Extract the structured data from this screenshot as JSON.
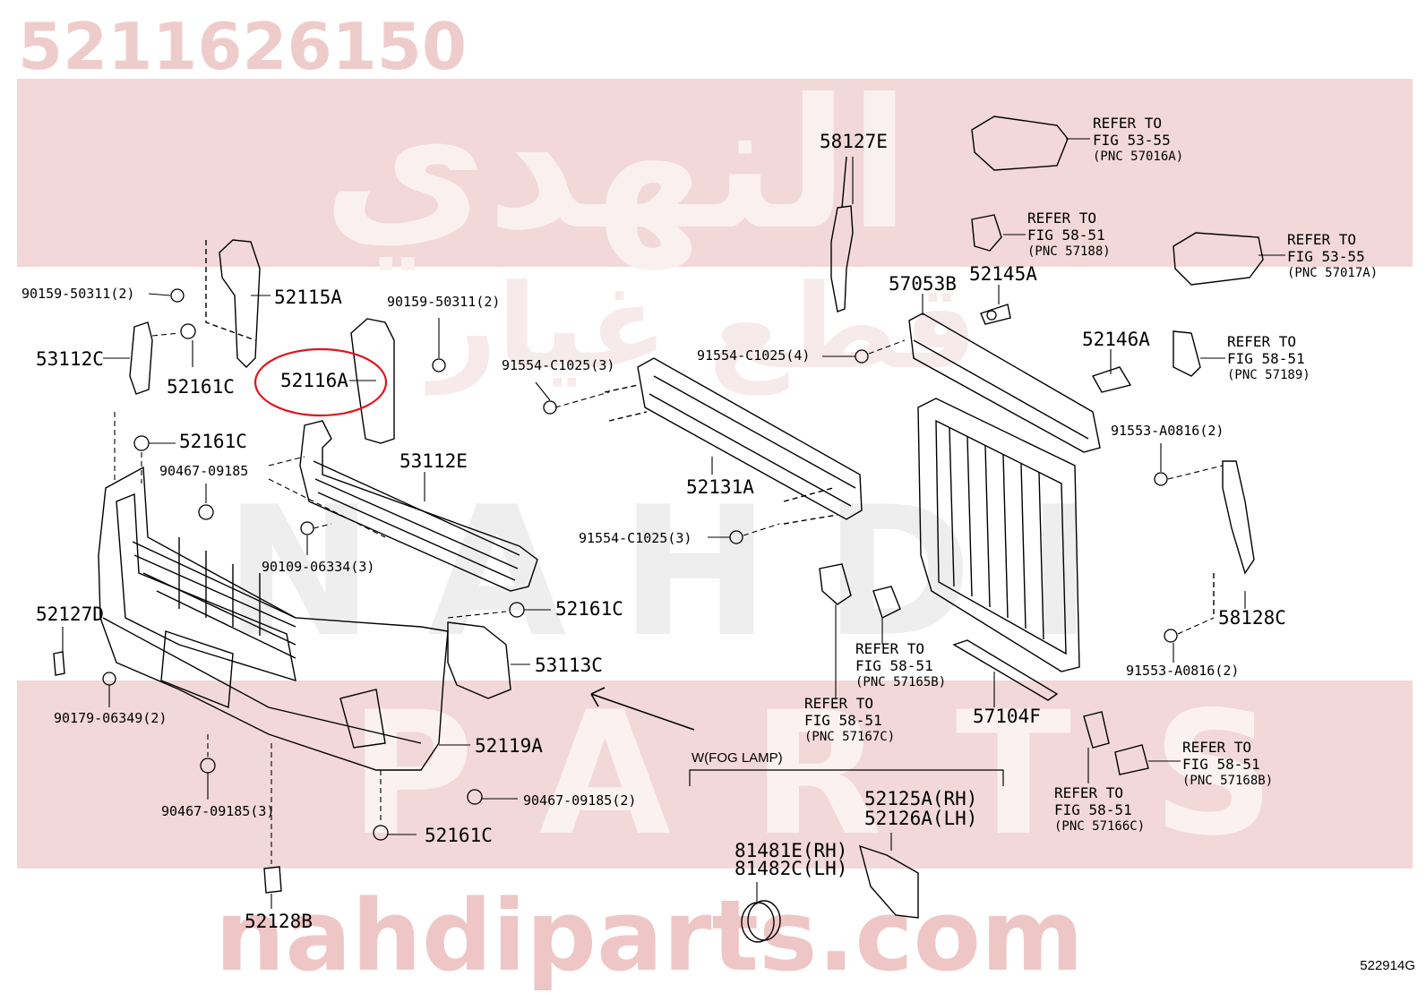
{
  "header": {
    "part_number": "5211626150"
  },
  "watermarks": {
    "arabic_top": "النهدي",
    "arabic_mid": "قطع غيار",
    "latin_mid": "NAHDI",
    "latin_low": "PARTS",
    "url": "nahdiparts.com"
  },
  "highlighted_part": "52116A",
  "labels": [
    {
      "id": "l1",
      "text": "90159-50311(2)"
    },
    {
      "id": "l2",
      "text": "52115A"
    },
    {
      "id": "l3",
      "text": "90159-50311(2)"
    },
    {
      "id": "l4",
      "text": "53112C"
    },
    {
      "id": "l5",
      "text": "52161C"
    },
    {
      "id": "l6",
      "text": "52116A"
    },
    {
      "id": "l7",
      "text": "52161C"
    },
    {
      "id": "l8",
      "text": "90467-09185"
    },
    {
      "id": "l9",
      "text": "53112E"
    },
    {
      "id": "l10",
      "text": "90109-06334(3)"
    },
    {
      "id": "l11",
      "text": "52127D"
    },
    {
      "id": "l12",
      "text": "52161C"
    },
    {
      "id": "l13",
      "text": "53113C"
    },
    {
      "id": "l14",
      "text": "90179-06349(2)"
    },
    {
      "id": "l15",
      "text": "52119A"
    },
    {
      "id": "l16",
      "text": "90467-09185(3)"
    },
    {
      "id": "l17",
      "text": "90467-09185(2)"
    },
    {
      "id": "l18",
      "text": "52161C"
    },
    {
      "id": "l19",
      "text": "52128B"
    },
    {
      "id": "l20",
      "text": "58127E"
    },
    {
      "id": "l21",
      "text": "91554-C1025(3)"
    },
    {
      "id": "l22",
      "text": "91554-C1025(4)"
    },
    {
      "id": "l23",
      "text": "52131A"
    },
    {
      "id": "l24",
      "text": "91554-C1025(3)"
    },
    {
      "id": "l25",
      "text": "57053B"
    },
    {
      "id": "l26",
      "text": "52145A"
    },
    {
      "id": "l27",
      "text": "52146A"
    },
    {
      "id": "l28",
      "text": "91553-A0816(2)"
    },
    {
      "id": "l29",
      "text": "58128C"
    },
    {
      "id": "l30",
      "text": "91553-A0816(2)"
    },
    {
      "id": "l31",
      "text": "57104F"
    },
    {
      "id": "l32",
      "text": "52125A(RH)"
    },
    {
      "id": "l33",
      "text": "52126A(LH)"
    },
    {
      "id": "l34",
      "text": "81481E(RH)"
    },
    {
      "id": "l35",
      "text": "81482C(LH)"
    }
  ],
  "refers": [
    {
      "id": "r1",
      "line1": "REFER TO",
      "line2": "FIG 53-55",
      "line3": "(PNC 57016A)"
    },
    {
      "id": "r2",
      "line1": "REFER TO",
      "line2": "FIG 58-51",
      "line3": "(PNC 57188)"
    },
    {
      "id": "r3",
      "line1": "REFER TO",
      "line2": "FIG 53-55",
      "line3": "(PNC 57017A)"
    },
    {
      "id": "r4",
      "line1": "REFER TO",
      "line2": "FIG 58-51",
      "line3": "(PNC 57189)"
    },
    {
      "id": "r5",
      "line1": "REFER TO",
      "line2": "FIG 58-51",
      "line3": "(PNC 57165B)"
    },
    {
      "id": "r6",
      "line1": "REFER TO",
      "line2": "FIG 58-51",
      "line3": "(PNC 57167C)"
    },
    {
      "id": "r7",
      "line1": "REFER TO",
      "line2": "FIG 58-51",
      "line3": "(PNC 57168B)"
    },
    {
      "id": "r8",
      "line1": "REFER TO",
      "line2": "FIG 58-51",
      "line3": "(PNC 57166C)"
    }
  ],
  "fog_group": "W(FOG LAMP)",
  "figure_code": "522914G",
  "colors": {
    "highlight": "#e0141e",
    "watermark_band": "#f2d8d8",
    "watermark_text": "#ecc9c9",
    "line": "#000000"
  }
}
